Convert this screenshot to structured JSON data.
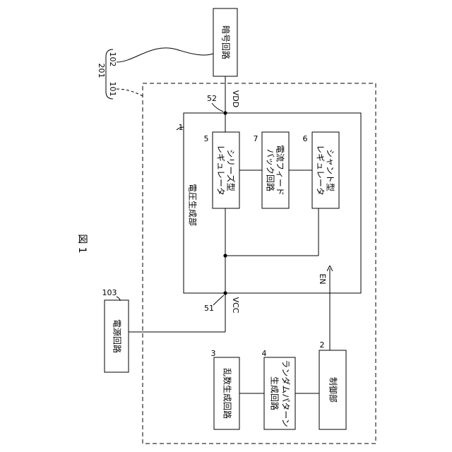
{
  "figure_label": "図 1",
  "ref_labels": {
    "system": "201",
    "block_101": "101",
    "block_102": "102",
    "power_circuit": "103",
    "voltage_gen": "1",
    "control": "2",
    "random_gen": "3",
    "random_pattern": "4",
    "series_reg": "5",
    "shunt_reg": "6",
    "feedback": "7",
    "node_vdd": "52",
    "node_vcc": "51"
  },
  "blocks": {
    "crypto": "暗号回路",
    "power": "電源回路",
    "voltage_gen_title": "電圧生成部",
    "series_line1": "シリーズ型",
    "series_line2": "レギュレータ",
    "feedback_line1": "電流フィード",
    "feedback_line2": "バック回路",
    "shunt_line1": "シャント型",
    "shunt_line2": "レギュレータ",
    "random_num": "乱数生成回路",
    "pattern_line1": "ランダムパターン",
    "pattern_line2": "生成回路",
    "control": "制御部"
  },
  "signals": {
    "vdd": "VDD",
    "vcc": "VCC",
    "en": "EN"
  }
}
